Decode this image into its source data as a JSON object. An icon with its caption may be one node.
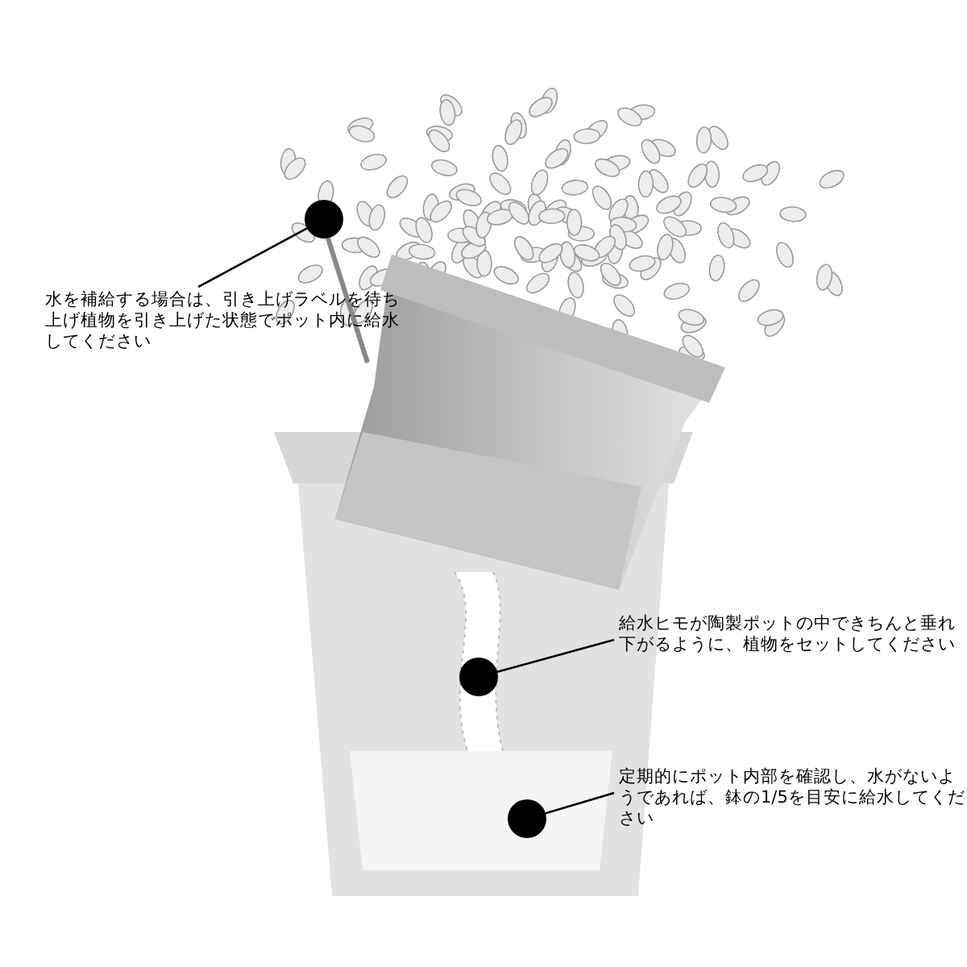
{
  "diagram": {
    "nodes": [
      {
        "text": [
          "水を補給する場合は、引き上げラベルを待ち上げ植物を引き上げた状態でポット内に給水してください"
        ]
      },
      {
        "text": [],
        "shape": "circle"
      },
      {
        "text": [
          "給水ヒモが陶製ポットの中できちんと垂れ下がるように、植物をセットしてください"
        ]
      },
      {
        "text": [],
        "shape": "circle"
      },
      {
        "text": [
          "定期的にポット内部を確認し、水がないようであれば、鉢の1/5を目安に給水してください"
        ]
      },
      {
        "text": [],
        "shape": "circle"
      }
    ],
    "edges": [
      {
        "from": 0,
        "to": 1,
        "arrow": "none"
      },
      {
        "from": 2,
        "to": 3,
        "arrow": "none"
      },
      {
        "from": 4,
        "to": 5,
        "arrow": "none"
      }
    ]
  }
}
